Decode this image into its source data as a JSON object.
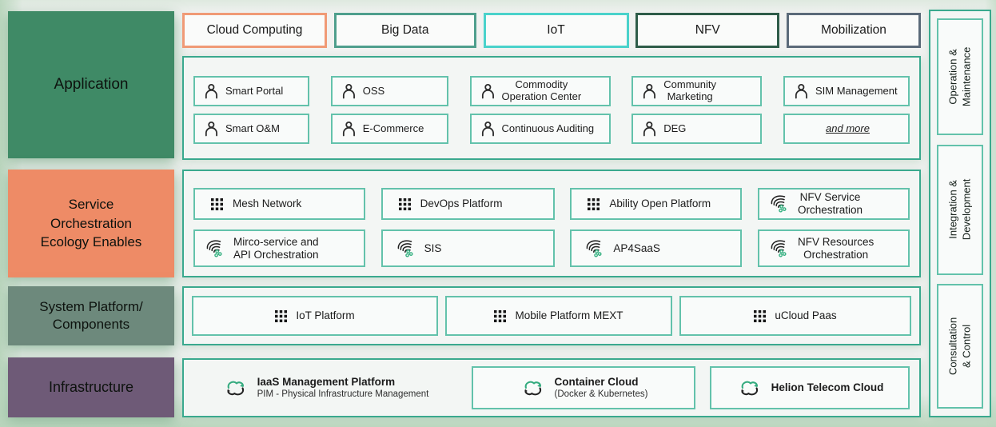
{
  "left_labels": {
    "application": "Application",
    "service_orchestration": "Service\nOrchestration\nEcology Enables",
    "system_platform": "System Platform/\nComponents",
    "infrastructure": "Infrastructure"
  },
  "colors": {
    "application_bg": "#3f8a66",
    "service_orchestration_bg": "#ee8b66",
    "system_platform_bg": "#6d897c",
    "infrastructure_bg": "#6e5a77",
    "panel_border": "#3aa98e",
    "item_border": "#63c2ab",
    "grid_icon": "#161616",
    "orchestration_dot_green": "#2fae7d",
    "cloud_arrow_green": "#35ab7f"
  },
  "top_chips": [
    {
      "label": "Cloud Computing",
      "border": "#f09a76"
    },
    {
      "label": "Big Data",
      "border": "#4f9f8d"
    },
    {
      "label": "IoT",
      "border": "#4ad2cb"
    },
    {
      "label": "NFV",
      "border": "#2e5c49"
    },
    {
      "label": "Mobilization",
      "border": "#5b6a79"
    }
  ],
  "icons": {
    "person": "person-outline-icon",
    "grid": "app-grid-dots-icon",
    "orchestration": "swirl-orchestration-icon",
    "cloud": "cloud-cycle-arrows-icon"
  },
  "rows": {
    "application": {
      "row1": [
        "Smart Portal",
        "OSS",
        "Commodity\nOperation Center",
        "Community\nMarketing",
        "SIM Management"
      ],
      "row2": [
        "Smart O&M",
        "E-Commerce",
        "Continuous Auditing",
        "DEG",
        "and more"
      ]
    },
    "service": {
      "row1": [
        "Mesh Network",
        "DevOps Platform",
        "Ability Open Platform",
        "NFV Service\nOrchestration"
      ],
      "row2": [
        "Mirco-service and\nAPI Orchestration",
        "SIS",
        "AP4SaaS",
        "NFV Resources\nOrchestration"
      ]
    },
    "system": {
      "items": [
        "IoT Platform",
        "Mobile Platform MEXT",
        "uCloud Paas"
      ]
    },
    "infrastructure": {
      "items": [
        {
          "title": "IaaS Management Platform",
          "subtitle": "PIM - Physical Infrastructure Management"
        },
        {
          "title": "Container Cloud",
          "subtitle": "(Docker & Kubernetes)"
        },
        {
          "title": "Helion Telecom Cloud",
          "subtitle": ""
        }
      ]
    }
  },
  "right_panel": {
    "items": [
      "Operation &\nMaintenance",
      "Integration &\nDevelopment",
      "Consultation & Control"
    ]
  }
}
